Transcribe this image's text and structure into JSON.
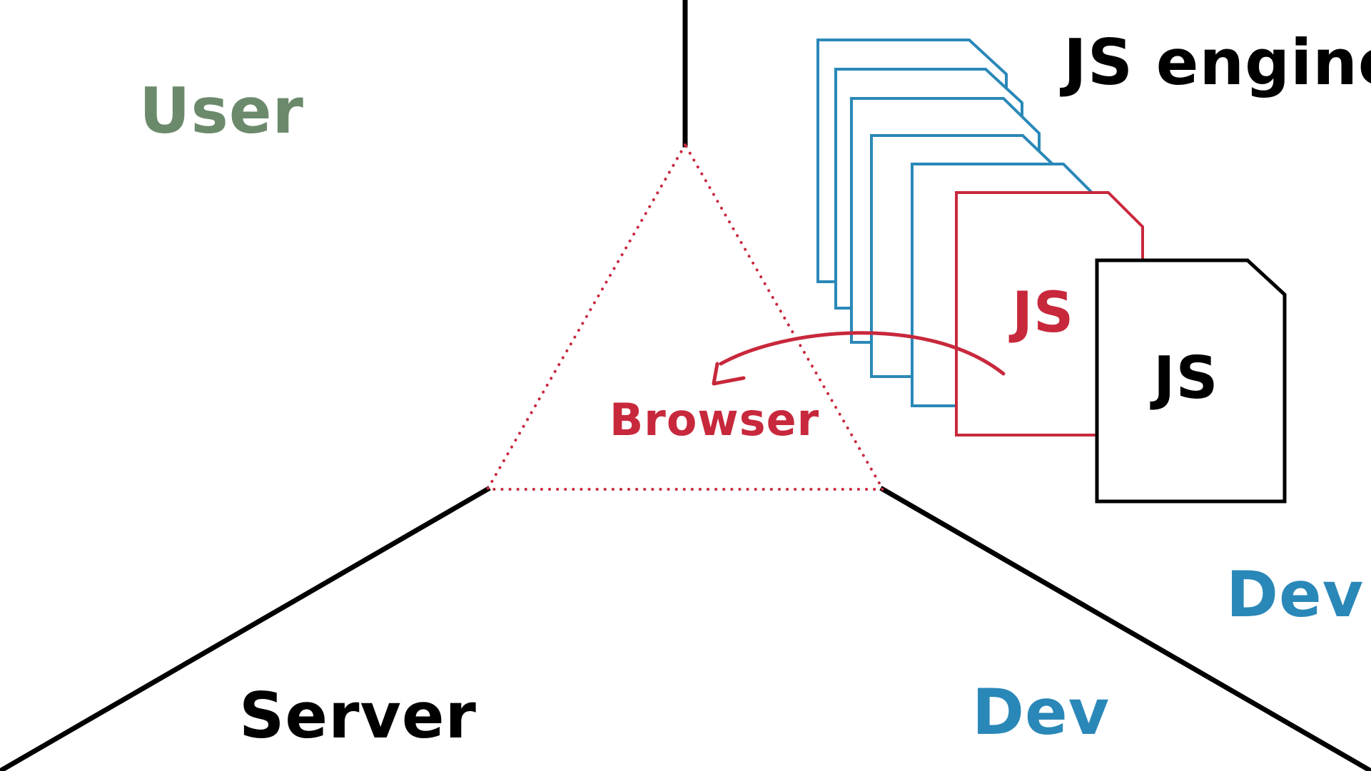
{
  "labels": {
    "user": "User",
    "server": "Server",
    "dev_right": "Dev",
    "dev_bottom": "Dev",
    "js_engine": "JS engine",
    "browser": "Browser",
    "js_red": "JS",
    "js_black": "JS"
  },
  "colors": {
    "user": "#6b8a6b",
    "black": "#000000",
    "dev": "#2a88b8",
    "browser": "#c8283c",
    "file_blue": "#2a88b8",
    "file_red": "#c8283c",
    "background": "#ffffff"
  },
  "icons": {
    "stacked_files": "document-icon",
    "arrow": "curved-arrow-icon"
  }
}
